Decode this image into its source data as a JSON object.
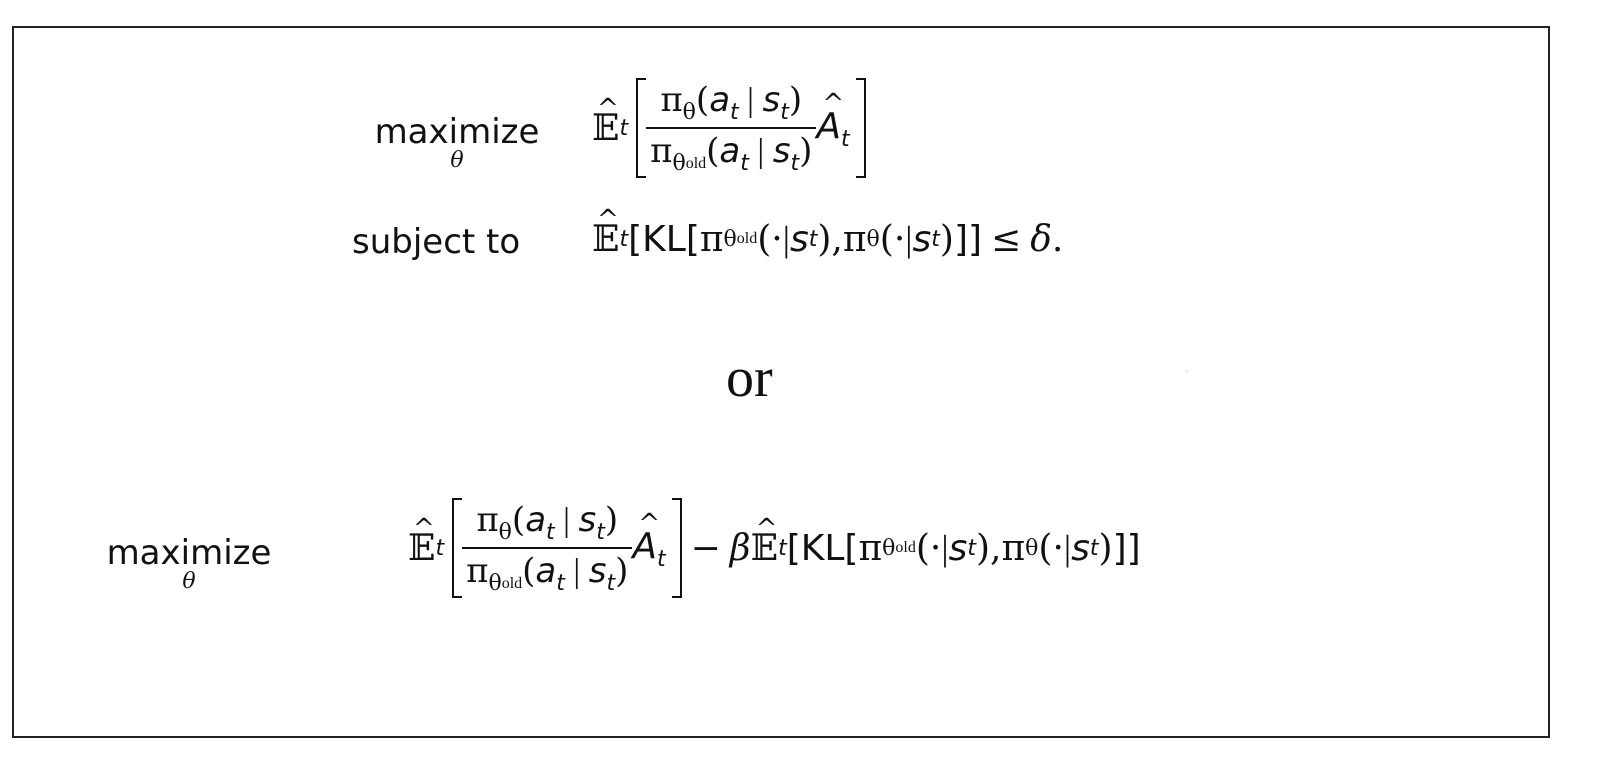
{
  "row1": {
    "operator": "maximize",
    "operator_sub": "θ"
  },
  "row2": {
    "label": "subject to"
  },
  "connector": "or",
  "row3": {
    "operator": "maximize",
    "operator_sub": "θ"
  },
  "glyphs": {
    "E": "𝔼",
    "hat": "^",
    "t": "t",
    "pi": "π",
    "theta": "θ",
    "old": "old",
    "a": "a",
    "s": "s",
    "A": "A",
    "mid": "|",
    "lpar": "(",
    "rpar": ")",
    "KL": "KL",
    "lbrack": "[",
    "rbrack": "]",
    "cdot": "·",
    "comma": ",",
    "leq": "≤",
    "delta": "δ",
    "period": ".",
    "minus": "−",
    "beta": "β"
  }
}
